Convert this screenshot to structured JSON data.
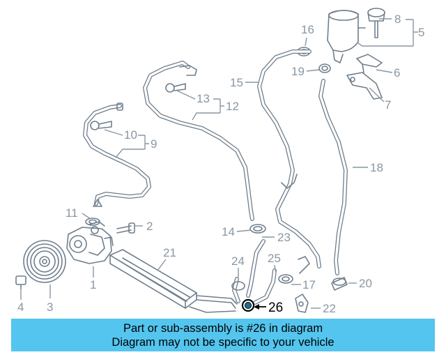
{
  "diagram": {
    "labels": [
      "1",
      "2",
      "3",
      "4",
      "5",
      "6",
      "7",
      "8",
      "9",
      "10",
      "11",
      "12",
      "13",
      "14",
      "15",
      "16",
      "17",
      "18",
      "19",
      "20",
      "21",
      "22",
      "23",
      "24",
      "25",
      "26"
    ],
    "highlight": "26",
    "colors": {
      "line": "#6f7e8c",
      "label": "#8a96a2",
      "highlight": "#000000",
      "highlight_part": "#1a6f8f"
    }
  },
  "banner": {
    "line1": "Part or sub-assembly is #26 in diagram",
    "line2": "Diagram may not be specific to your vehicle",
    "background": "#53c5ee"
  }
}
